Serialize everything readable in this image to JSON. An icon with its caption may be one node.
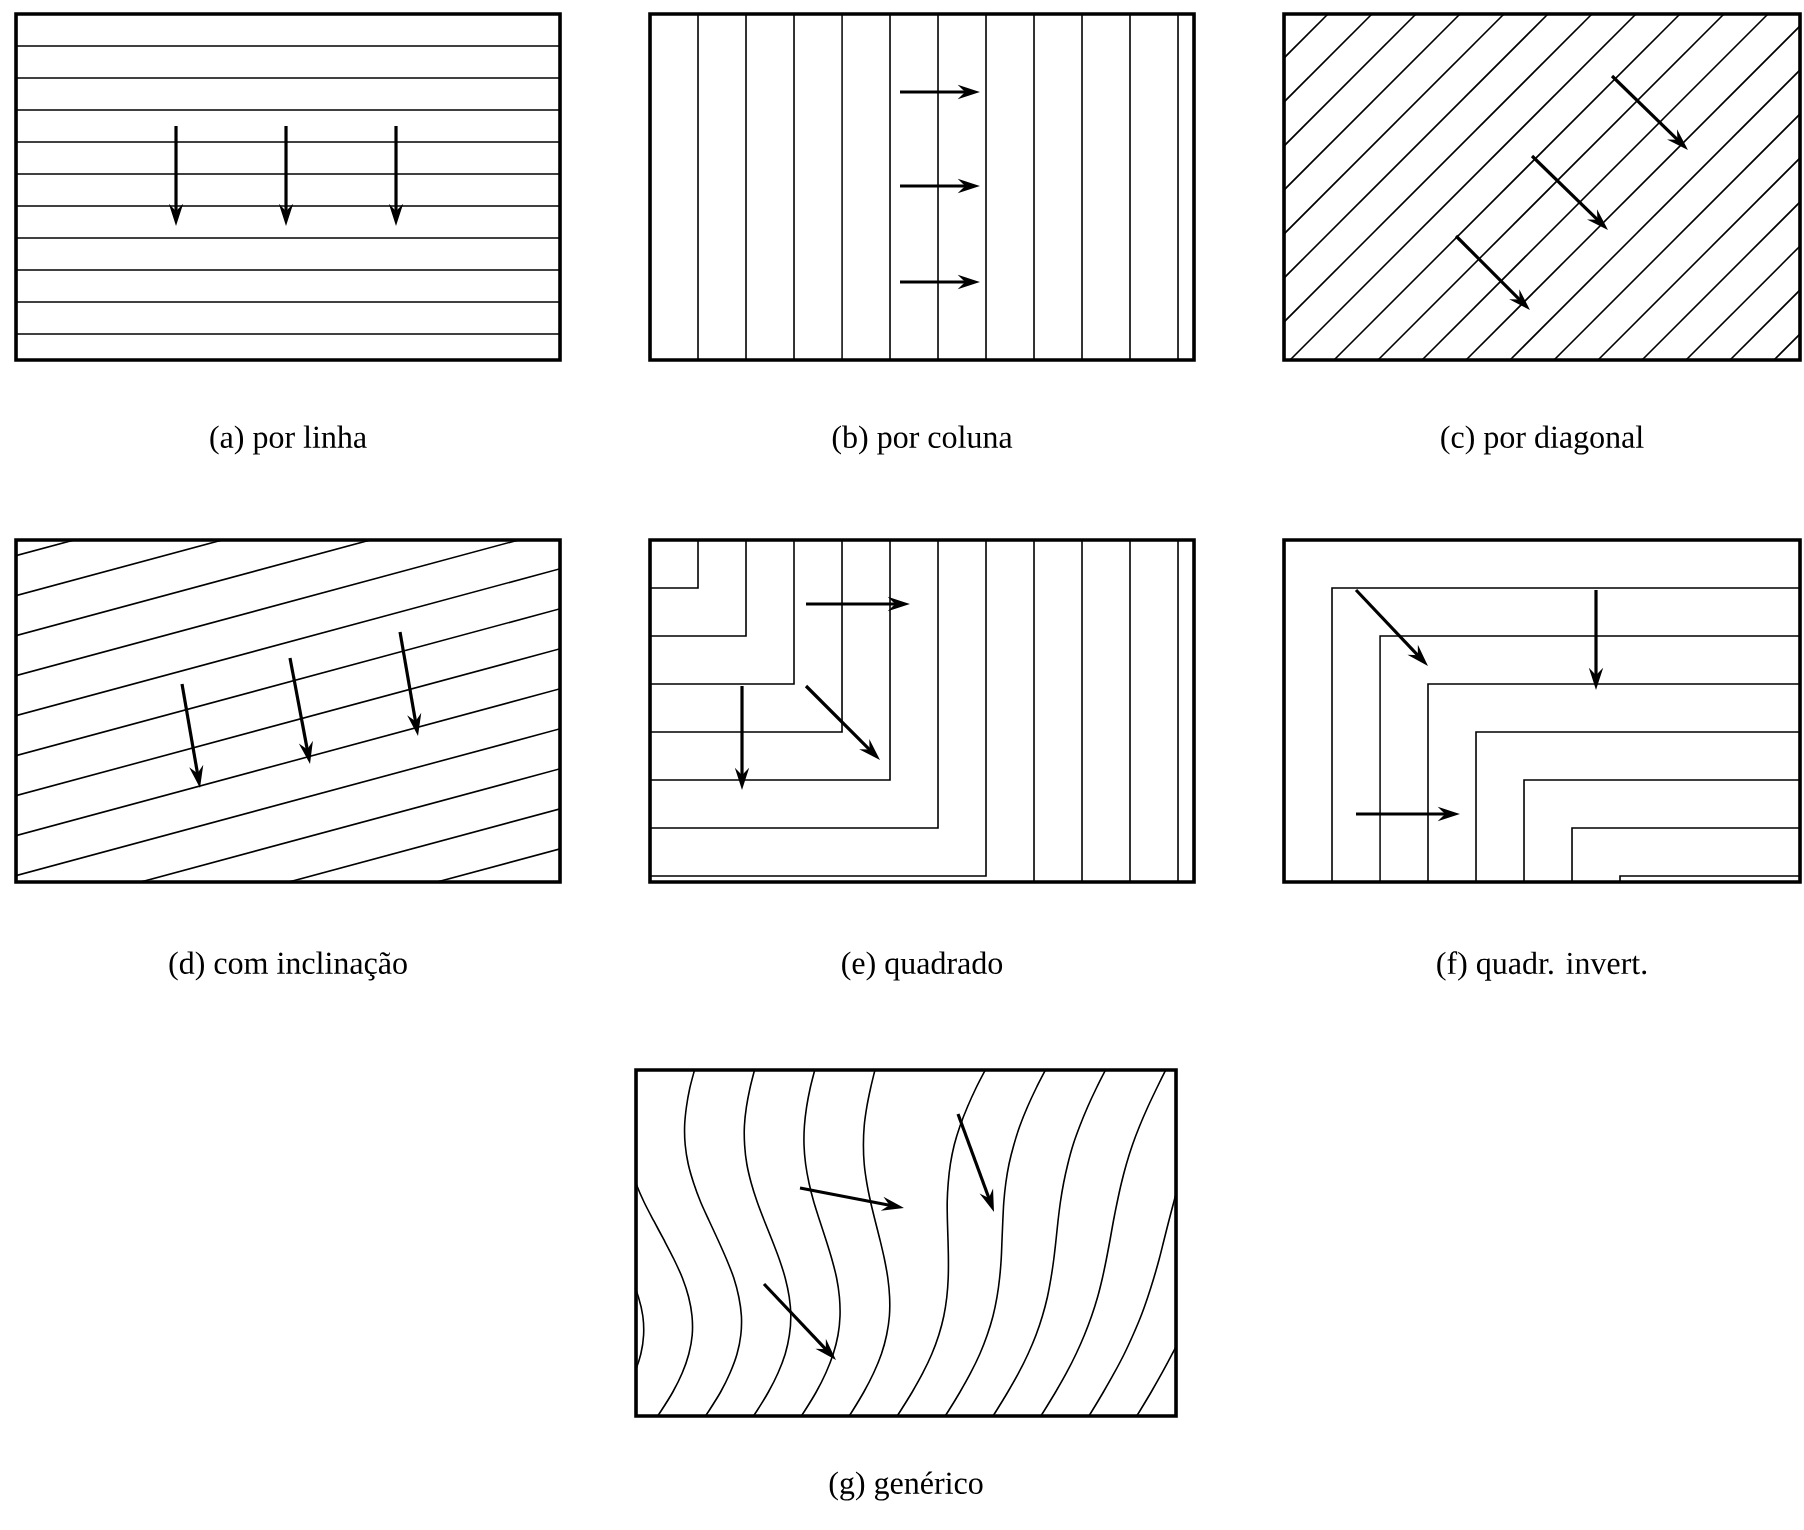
{
  "diagram": {
    "labels": [
      "(a) por linha",
      "(b) por coluna",
      "(c) por diagonal",
      "(d) com inclinação",
      "(e) quadrado",
      "(f) quadr. invert.",
      "(g) genérico"
    ]
  }
}
